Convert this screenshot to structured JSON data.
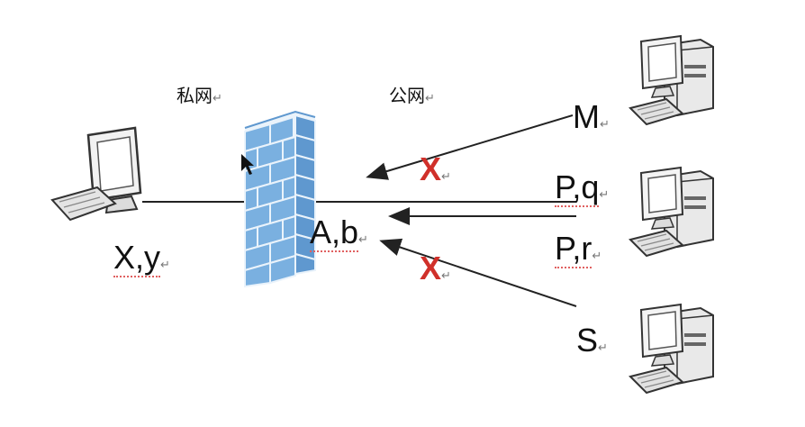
{
  "zones": {
    "private": "私网",
    "public": "公网"
  },
  "hosts": {
    "local": "X,y",
    "firewall": "A,b",
    "m": "M",
    "pq": "P,q",
    "pr": "P,r",
    "s": "S"
  },
  "blocked_mark": "X",
  "paragraph_mark": "↵",
  "colors": {
    "firewall_brick": "#7ab0e0",
    "firewall_mortar": "#eaf3fb",
    "block_mark": "#d0302a",
    "line": "#222222"
  },
  "icons": [
    "computer-icon",
    "firewall-icon",
    "mouse-cursor-icon"
  ]
}
